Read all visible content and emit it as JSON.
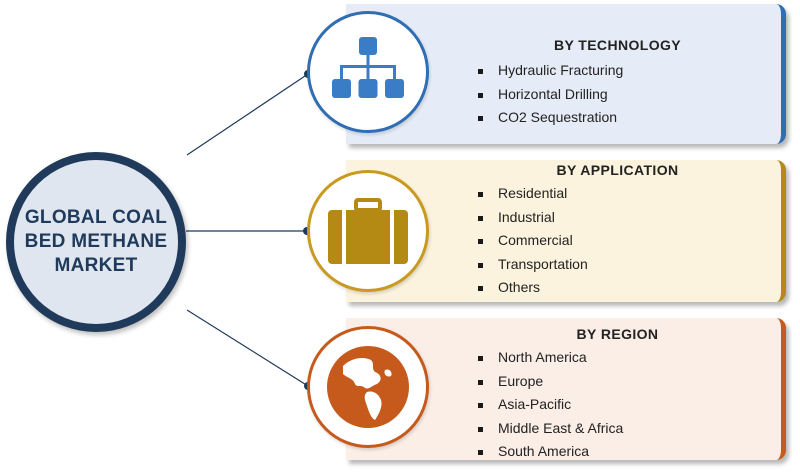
{
  "hub": {
    "title": "GLOBAL COAL\nBED METHANE\nMARKET",
    "color": "#1f3a5a"
  },
  "segments": [
    {
      "title": "BY TECHNOLOGY",
      "icon": "hierarchy-icon",
      "color": "#2f6db4",
      "items": [
        "Hydraulic Fracturing",
        "Horizontal Drilling",
        "CO2 Sequestration"
      ]
    },
    {
      "title": "BY APPLICATION",
      "icon": "briefcase-icon",
      "color": "#b58a14",
      "items": [
        "Residential",
        "Industrial",
        "Commercial",
        "Transportation",
        "Others"
      ]
    },
    {
      "title": "BY REGION",
      "icon": "globe-icon",
      "color": "#c65a1c",
      "items": [
        "North America",
        "Europe",
        "Asia-Pacific",
        "Middle East & Africa",
        "South America"
      ]
    }
  ]
}
